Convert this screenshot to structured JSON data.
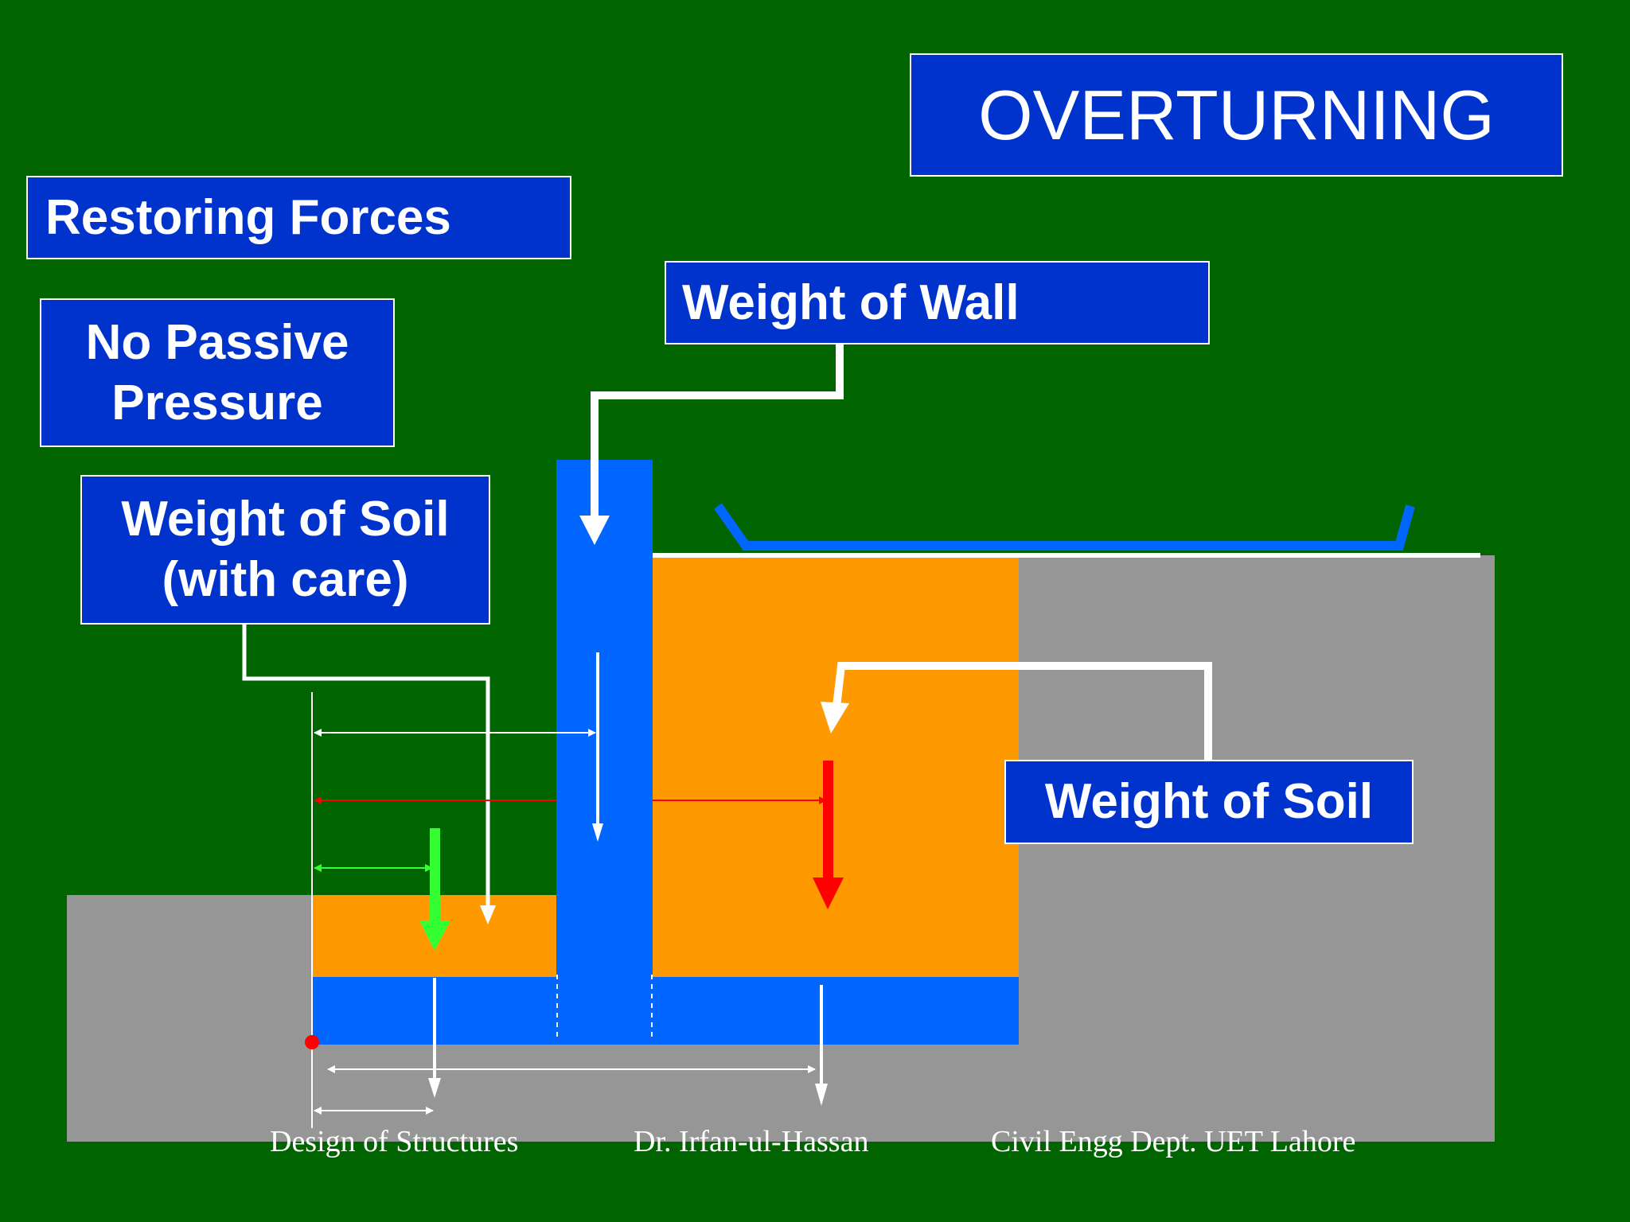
{
  "slide": {
    "title": "OVERTURNING",
    "labels": {
      "restoring_forces": "Restoring Forces",
      "no_passive_line1": "No Passive",
      "no_passive_line2": "Pressure",
      "soil_care_line1": "Weight of Soil",
      "soil_care_line2": "(with care)",
      "weight_of_wall": "Weight of Wall",
      "weight_of_soil": "Weight of Soil"
    },
    "footer": {
      "left": "Design of Structures",
      "center": "Dr. Irfan-ul-Hassan",
      "right": "Civil Engg Dept. UET Lahore"
    }
  },
  "colors": {
    "background": "#006400",
    "label_fill": "#0033CC",
    "wall": "#0066FF",
    "backfill": "#FF9900",
    "ground": "#969696",
    "soil_weight_arrow": "#FF0000",
    "front_soil_arrow": "#33FF33",
    "pivot_point": "#FF0000"
  },
  "icons": {
    "pivot": "toe-pivot-point-dot"
  }
}
